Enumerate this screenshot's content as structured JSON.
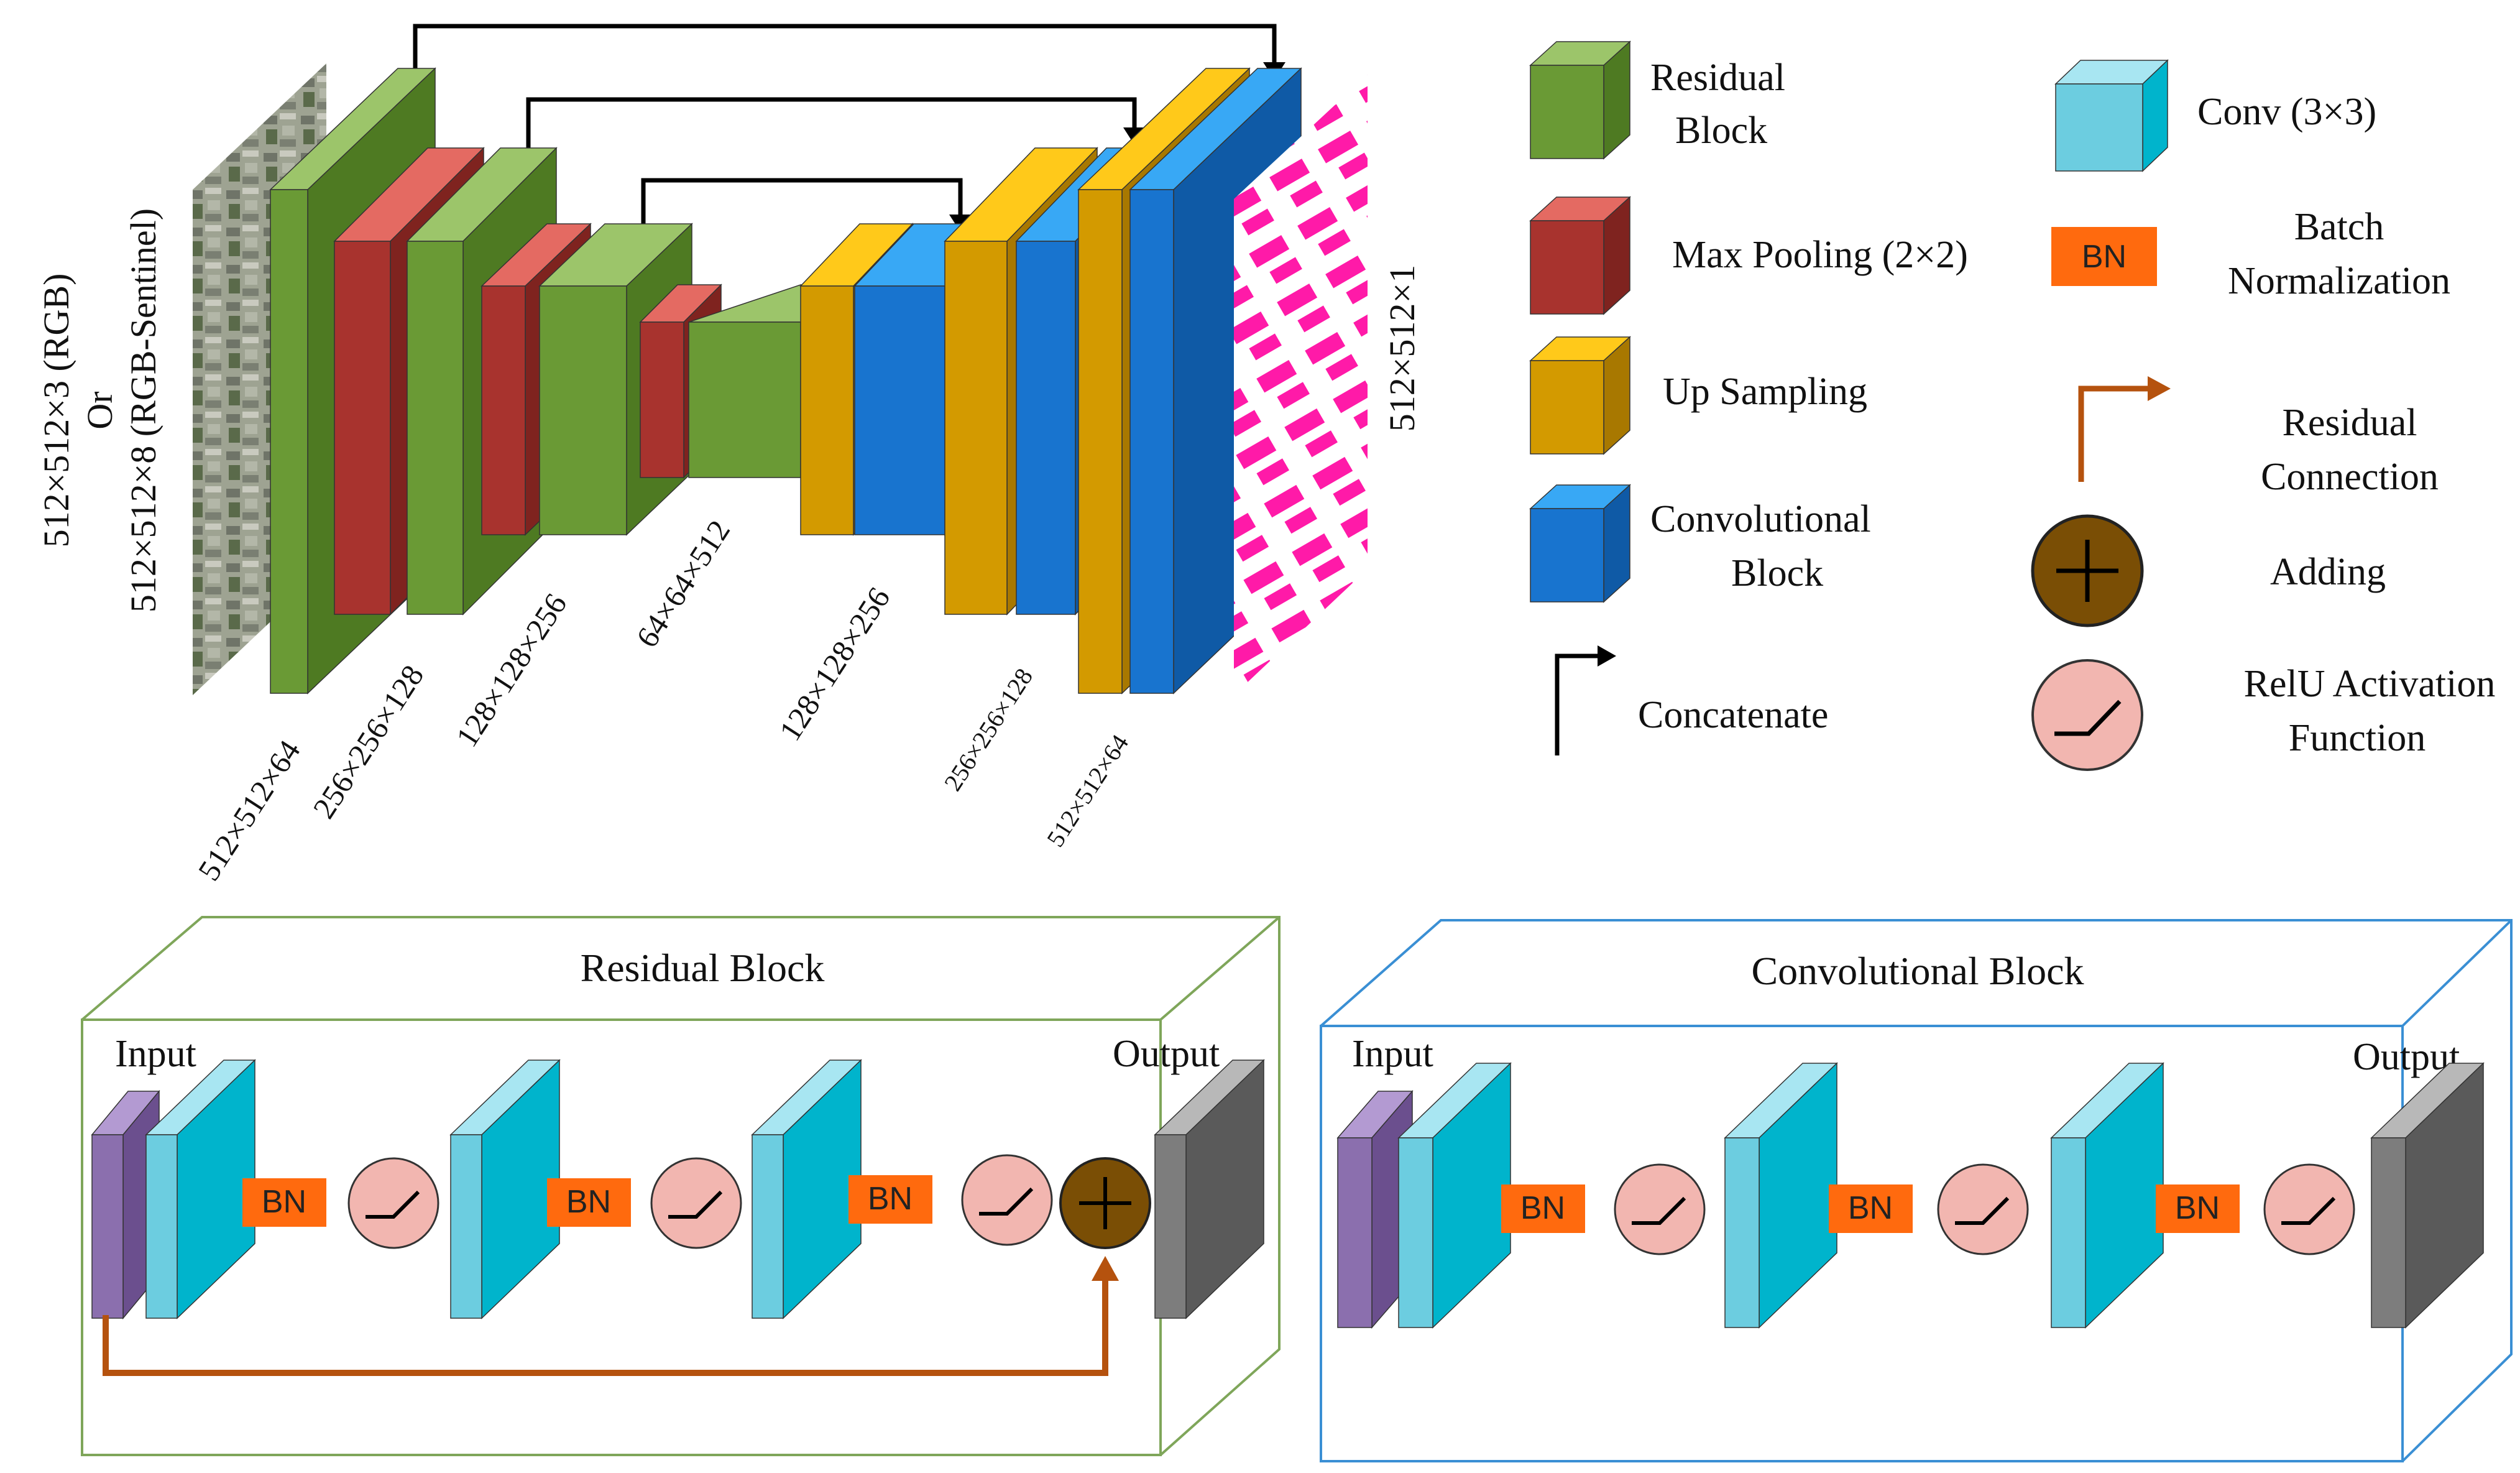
{
  "colors": {
    "residual": "#6a9a35",
    "residual_top": "#9cc56a",
    "residual_side": "#4e7a22",
    "maxpool": "#a8332e",
    "maxpool_top": "#e46a62",
    "maxpool_side": "#7f231f",
    "upsample": "#d39a00",
    "upsample_top": "#ffc91a",
    "upsample_side": "#a87800",
    "convblock": "#1874cf",
    "convblock_top": "#38a8f5",
    "convblock_side": "#0f5aa6",
    "conv3": "#6ccde0",
    "conv3_top": "#a8e6f2",
    "conv3_side": "#00b4cc",
    "bn": "#ff6a0e",
    "relu": "#f2b6b0",
    "adding": "#7a4e05",
    "residual_connection": "#b5520e",
    "input_block": "#8b6fae",
    "output_block": "#7d7d7d",
    "mask": "#ff1aa8",
    "residual_box_border": "#7fa65a",
    "conv_box_border": "#3a8fd4"
  },
  "architecture": {
    "input_label_line1": "512×512×3 (RGB)",
    "input_label_line2": "Or",
    "input_label_line3": "512×512×8 (RGB-Sentinel)",
    "output_label": "512×512×1",
    "dims": [
      "512×512×64",
      "256×256×128",
      "128×128×256",
      "64×64×512",
      "128×128×256",
      "256×256×128",
      "512×512×64"
    ]
  },
  "legend": {
    "residual_block": [
      "Residual",
      "Block"
    ],
    "max_pooling": "Max Pooling (2×2)",
    "up_sampling": "Up Sampling",
    "convolutional_block": [
      "Convolutional",
      "Block"
    ],
    "concatenate": "Concatenate",
    "conv3": "Conv (3×3)",
    "bn_badge": "BN",
    "batch_normalization": [
      "Batch",
      "Normalization"
    ],
    "residual_connection": [
      "Residual",
      "Connection"
    ],
    "adding": "Adding",
    "relu": [
      "RelU Activation",
      "Function"
    ]
  },
  "residual_panel": {
    "title": "Residual Block",
    "input_label": "Input",
    "output_label": "Output",
    "bn_label": "BN"
  },
  "conv_panel": {
    "title": "Convolutional Block",
    "input_label": "Input",
    "output_label": "Output",
    "bn_label": "BN"
  }
}
